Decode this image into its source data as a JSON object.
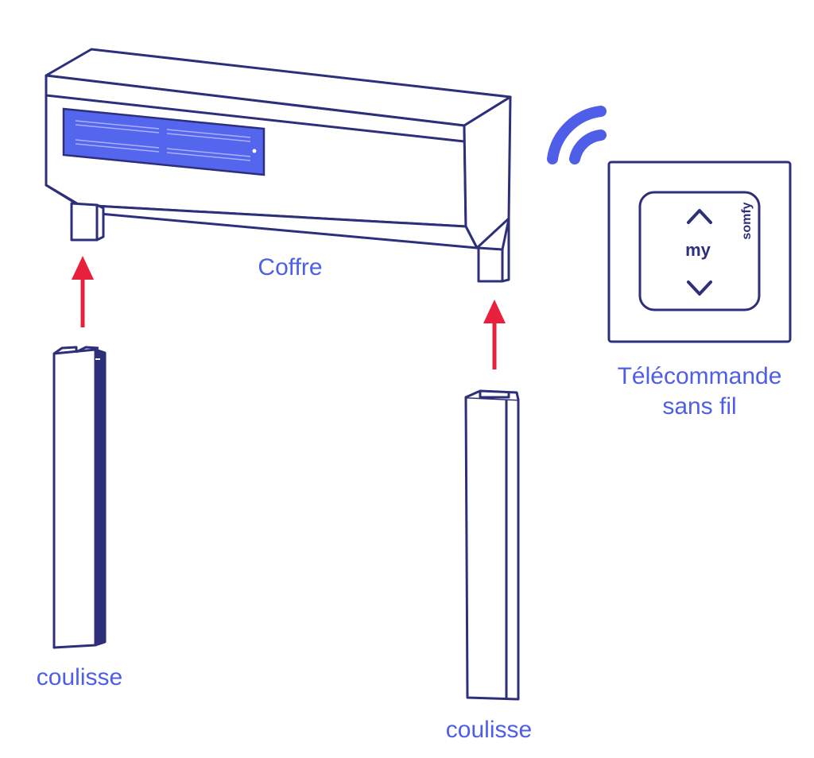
{
  "labels": {
    "coffre": "Coffre",
    "remote_line1": "Télécommande",
    "remote_line2": "sans fil",
    "coulisse_left": "coulisse",
    "coulisse_right": "coulisse"
  },
  "remote": {
    "brand": "somfy",
    "my_label": "my",
    "up_symbol": "⌃",
    "down_symbol": "⌄"
  },
  "colors": {
    "outline": "#2e2f7a",
    "accent": "#4f5ee8",
    "arrow": "#e8203c",
    "panel": "#5566ee"
  },
  "icons": [
    "wifi-signal-icon",
    "up-arrow-icon",
    "down-arrow-icon"
  ]
}
